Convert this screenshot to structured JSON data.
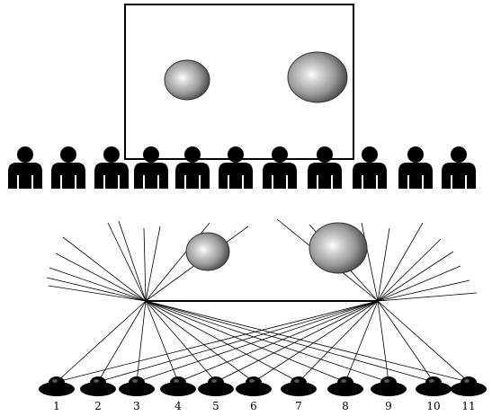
{
  "colors": {
    "ink": "#000000",
    "background": "#ffffff",
    "sphere_light": "#ffffff",
    "sphere_mid": "#9a9a9a",
    "sphere_dark": "#3a3a3a"
  },
  "icons": {
    "viewer": "person-silhouette-icon",
    "observer": "hat-top-view-icon",
    "object": "shaded-sphere-icon"
  },
  "upper_panel": {
    "sphere_count": 2,
    "viewer_count": 11
  },
  "lower_panel": {
    "observers": [
      {
        "label": "1"
      },
      {
        "label": "2"
      },
      {
        "label": "3"
      },
      {
        "label": "4"
      },
      {
        "label": "5"
      },
      {
        "label": "6"
      },
      {
        "label": "7"
      },
      {
        "label": "8"
      },
      {
        "label": "9"
      },
      {
        "label": "10"
      },
      {
        "label": "11"
      }
    ]
  }
}
